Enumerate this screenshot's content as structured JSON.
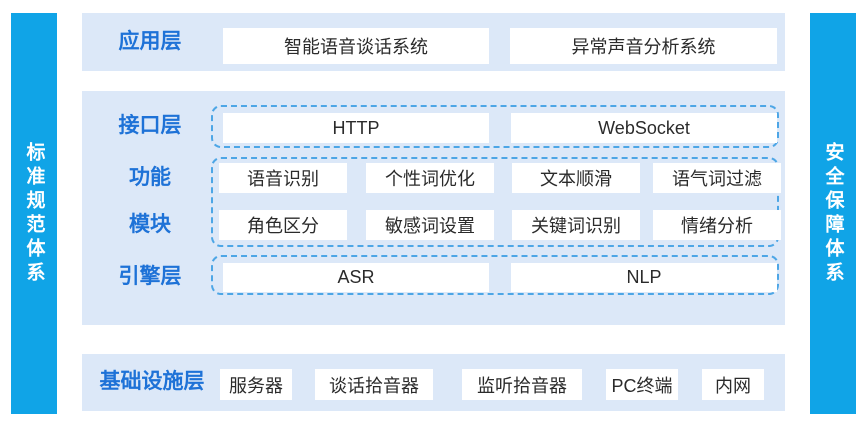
{
  "colors": {
    "side_bar_bg": "#10a4e7",
    "panel_bg": "#dce8f8",
    "label_blue": "#1e72d7",
    "dashed_border": "#4da6e6",
    "box_bg": "#ffffff",
    "box_text": "#2b2b2b"
  },
  "side_bars": {
    "left": {
      "label": "标准规范体系"
    },
    "right": {
      "label": "安全保障体系"
    }
  },
  "sections": {
    "application": {
      "label": "应用层",
      "boxes": [
        "智能语音谈话系统",
        "异常声音分析系统"
      ]
    },
    "middle": {
      "interface": {
        "label": "接口层",
        "boxes": [
          "HTTP",
          "WebSocket"
        ]
      },
      "function_module": {
        "label_top": "功能",
        "label_bottom": "模块",
        "row1": [
          "语音识别",
          "个性词优化",
          "文本顺滑",
          "语气词过滤"
        ],
        "row2": [
          "角色区分",
          "敏感词设置",
          "关键词识别",
          "情绪分析"
        ]
      },
      "engine": {
        "label": "引擎层",
        "boxes": [
          "ASR",
          "NLP"
        ]
      }
    },
    "infrastructure": {
      "label": "基础设施层",
      "boxes": [
        "服务器",
        "谈话拾音器",
        "监听拾音器",
        "PC终端",
        "内网"
      ]
    }
  }
}
